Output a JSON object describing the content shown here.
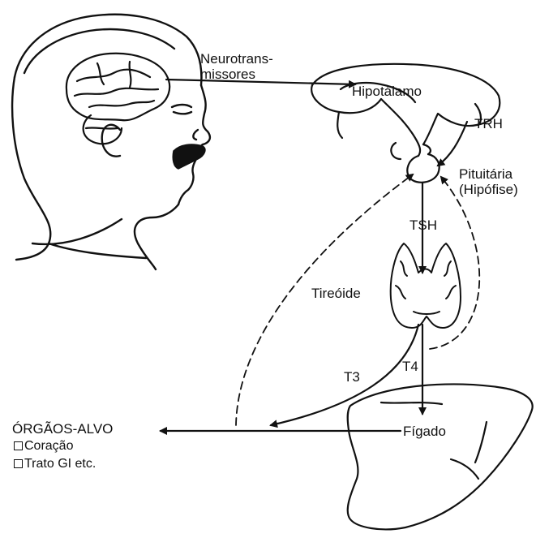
{
  "labels": {
    "neurotransmitters_line1": "Neurotrans-",
    "neurotransmitters_line2": "missores",
    "hypothalamus": "Hipotálamo",
    "trh": "TRH",
    "pituitary_line1": "Pituitária",
    "pituitary_line2": "(Hipófise)",
    "tsh": "TSH",
    "thyroid": "Tireóide",
    "t3": "T3",
    "t4": "T4",
    "liver": "Fígado"
  },
  "target_organs": {
    "title": "ÓRGÃOS-ALVO",
    "items": [
      "Coração",
      "Trato GI etc."
    ]
  },
  "style": {
    "ink_color": "#111111",
    "background": "#ffffff"
  }
}
